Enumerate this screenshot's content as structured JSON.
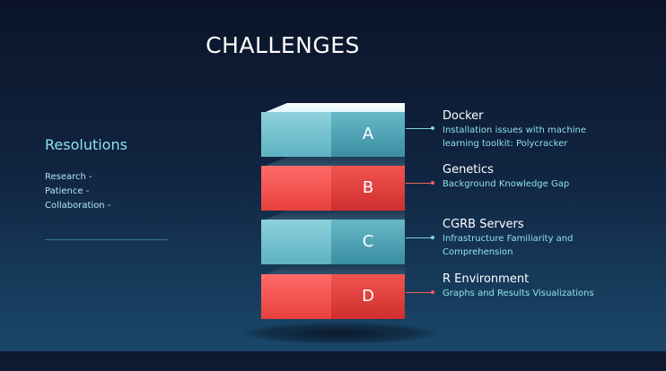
{
  "title": "CHALLENGES",
  "resolutions": {
    "heading": "Resolutions",
    "items": [
      "Research -",
      "Patience -",
      "Collaboration -"
    ]
  },
  "layers": [
    {
      "letter": "A",
      "color": "teal",
      "title": "Docker",
      "description": "Installation issues with machine learning toolkit: Polycracker"
    },
    {
      "letter": "B",
      "color": "red",
      "title": "Genetics",
      "description": "Background Knowledge Gap"
    },
    {
      "letter": "C",
      "color": "teal",
      "title": "CGRB Servers",
      "description": "Infrastructure Familiarity and Comprehension"
    },
    {
      "letter": "D",
      "color": "red",
      "title": "R Environment",
      "description": "Graphs and Results Visualizations"
    }
  ],
  "colors": {
    "teal": "#6cbfcd",
    "red": "#f04b48",
    "accent_text": "#8fe0ee",
    "background": "#102440"
  }
}
